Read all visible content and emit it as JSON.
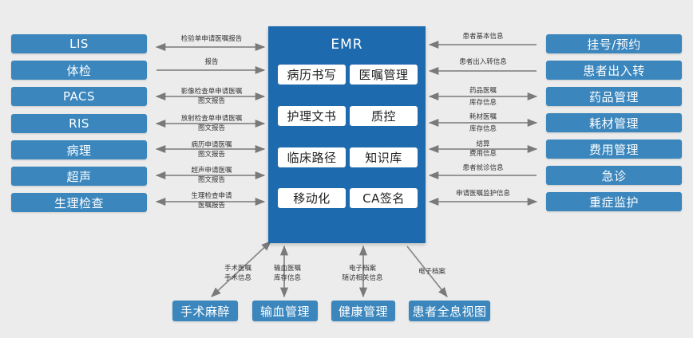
{
  "core": {
    "title": "EMR",
    "modules": [
      "病历书写",
      "医嘱管理",
      "护理文书",
      "质控",
      "临床路径",
      "知识库",
      "移动化",
      "CA签名"
    ]
  },
  "left_systems": [
    {
      "label": "LIS",
      "edge": [
        "检验单申请医嘱报告"
      ]
    },
    {
      "label": "体检",
      "edge": [
        "报告"
      ]
    },
    {
      "label": "PACS",
      "edge": [
        "影像检查单申请医嘱",
        "图文报告"
      ]
    },
    {
      "label": "RIS",
      "edge": [
        "放射检查单申请医嘱",
        "图文报告"
      ]
    },
    {
      "label": "病理",
      "edge": [
        "病历申请医嘱",
        "图文报告"
      ]
    },
    {
      "label": "超声",
      "edge": [
        "超声申请医嘱",
        "图文报告"
      ]
    },
    {
      "label": "生理检查",
      "edge": [
        "生理检查申请",
        "医嘱报告"
      ]
    }
  ],
  "right_systems": [
    {
      "label": "挂号/预约",
      "edge": [
        "患者基本信息"
      ]
    },
    {
      "label": "患者出入转",
      "edge": [
        "患者出入转信息"
      ]
    },
    {
      "label": "药品管理",
      "edge": [
        "药品医嘱",
        "库存信息"
      ]
    },
    {
      "label": "耗材管理",
      "edge": [
        "耗材医嘱",
        "库存信息"
      ]
    },
    {
      "label": "费用管理",
      "edge": [
        "结算",
        "费用信息"
      ]
    },
    {
      "label": "急诊",
      "edge": [
        "患者就诊信息"
      ]
    },
    {
      "label": "重症监护",
      "edge": [
        "申请医嘱监护信息"
      ]
    }
  ],
  "bottom_systems": [
    {
      "label": "手术麻醉",
      "edge": [
        "手术医嘱",
        "手术信息"
      ]
    },
    {
      "label": "输血管理",
      "edge": [
        "输血医嘱",
        "库存信息"
      ]
    },
    {
      "label": "健康管理",
      "edge": [
        "电子档案",
        "随访相关信息"
      ]
    },
    {
      "label": "患者全息视图",
      "edge": [
        "电子档案"
      ]
    }
  ]
}
